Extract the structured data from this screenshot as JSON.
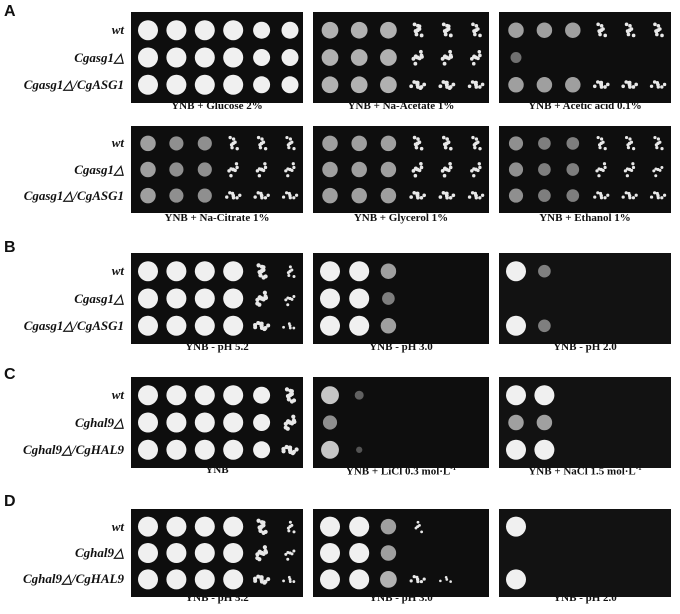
{
  "panels": [
    {
      "letter": "A",
      "strains": [
        "wt",
        "Cgasg1△",
        "Cgasg1△/CgASG1"
      ],
      "conditions": [
        {
          "label": "YNB + Glucose 2%",
          "growth": [
            [
              1,
              1,
              1,
              1,
              1,
              1
            ],
            [
              1,
              1,
              1,
              1,
              1,
              1
            ],
            [
              1,
              1,
              1,
              1,
              1,
              1
            ]
          ]
        },
        {
          "label": "YNB + Na-Acetate 1%",
          "growth": [
            [
              0.7,
              0.7,
              0.7,
              0.7,
              0.7,
              0.6
            ],
            [
              0.7,
              0.7,
              0.7,
              0.7,
              0.7,
              0.6
            ],
            [
              0.7,
              0.7,
              0.7,
              0.7,
              0.7,
              0.6
            ]
          ]
        },
        {
          "label": "YNB + Acetic acid 0.1%",
          "growth": [
            [
              0.6,
              0.6,
              0.6,
              0.6,
              0.6,
              0.6
            ],
            [
              0.3,
              0,
              0,
              0,
              0,
              0
            ],
            [
              0.6,
              0.6,
              0.6,
              0.6,
              0.6,
              0.5
            ]
          ]
        }
      ]
    },
    {
      "letter": "",
      "strains": [
        "wt",
        "Cgasg1△",
        "Cgasg1△/CgASG1"
      ],
      "conditions": [
        {
          "label": "YNB + Na-Citrate 1%",
          "growth": [
            [
              0.6,
              0.5,
              0.5,
              0.5,
              0.5,
              0.4
            ],
            [
              0.6,
              0.5,
              0.5,
              0.5,
              0.5,
              0.4
            ],
            [
              0.6,
              0.5,
              0.5,
              0.5,
              0.5,
              0.4
            ]
          ]
        },
        {
          "label": "YNB + Glycerol 1%",
          "growth": [
            [
              0.6,
              0.6,
              0.6,
              0.6,
              0.6,
              0.5
            ],
            [
              0.6,
              0.6,
              0.6,
              0.6,
              0.6,
              0.5
            ],
            [
              0.6,
              0.6,
              0.6,
              0.6,
              0.6,
              0.5
            ]
          ]
        },
        {
          "label": "YNB + Ethanol 1%",
          "growth": [
            [
              0.5,
              0.4,
              0.4,
              0.4,
              0.4,
              0.4
            ],
            [
              0.5,
              0.4,
              0.4,
              0.4,
              0.4,
              0.3
            ],
            [
              0.5,
              0.4,
              0.4,
              0.4,
              0.4,
              0.4
            ]
          ]
        }
      ]
    },
    {
      "letter": "B",
      "strains": [
        "wt",
        "Cgasg1△",
        "Cgasg1△/CgASG1"
      ],
      "conditions": [
        {
          "label": "YNB - pH 5.2",
          "growth": [
            [
              1,
              1,
              1,
              1,
              0.9,
              0.3
            ],
            [
              1,
              1,
              1,
              1,
              0.9,
              0.3
            ],
            [
              1,
              1,
              1,
              1,
              0.8,
              0.2
            ]
          ]
        },
        {
          "label": "YNB - pH 3.0",
          "growth": [
            [
              1,
              1,
              0.6,
              0,
              0,
              0
            ],
            [
              1,
              1,
              0.4,
              0,
              0,
              0
            ],
            [
              1,
              1,
              0.6,
              0,
              0,
              0
            ]
          ]
        },
        {
          "label": "YNB - pH 2.0",
          "growth": [
            [
              1,
              0.4,
              0,
              0,
              0,
              0
            ],
            [
              0,
              0,
              0,
              0,
              0,
              0
            ],
            [
              1,
              0.4,
              0,
              0,
              0,
              0
            ]
          ]
        }
      ]
    },
    {
      "letter": "C",
      "strains": [
        "wt",
        "Cghal9△",
        "Cghal9△/CgHAL9"
      ],
      "conditions": [
        {
          "label": "YNB",
          "growth": [
            [
              1,
              1,
              1,
              1,
              1,
              0.9
            ],
            [
              1,
              1,
              1,
              1,
              1,
              0.9
            ],
            [
              1,
              1,
              1,
              1,
              1,
              0.9
            ]
          ]
        },
        {
          "label": "YNB + LiCl 0.3 mol·L",
          "sup": "-1",
          "growth": [
            [
              0.8,
              0.2,
              0,
              0,
              0,
              0
            ],
            [
              0.5,
              0,
              0,
              0,
              0,
              0
            ],
            [
              0.8,
              0.1,
              0,
              0,
              0,
              0
            ]
          ]
        },
        {
          "label": "YNB + NaCl 1.5 mol·L",
          "sup": "-1",
          "growth": [
            [
              1,
              1,
              0,
              0,
              0,
              0
            ],
            [
              0.6,
              0.6,
              0,
              0,
              0,
              0
            ],
            [
              1,
              1,
              0,
              0,
              0,
              0
            ]
          ]
        }
      ]
    },
    {
      "letter": "D",
      "strains": [
        "wt",
        "Cghal9△",
        "Cghal9△/CgHAL9"
      ],
      "conditions": [
        {
          "label": "YNB - pH 5.2",
          "growth": [
            [
              1,
              1,
              1,
              1,
              0.9,
              0.3
            ],
            [
              1,
              1,
              1,
              1,
              0.9,
              0.3
            ],
            [
              1,
              1,
              1,
              1,
              0.8,
              0.2
            ]
          ]
        },
        {
          "label": "YNB - pH 3.0",
          "growth": [
            [
              1,
              1,
              0.6,
              0.2,
              0,
              0
            ],
            [
              1,
              1,
              0.6,
              0,
              0,
              0
            ],
            [
              1,
              1,
              0.7,
              0.4,
              0.1,
              0
            ]
          ]
        },
        {
          "label": "YNB - pH 2.0",
          "growth": [
            [
              1,
              0,
              0,
              0,
              0,
              0
            ],
            [
              0,
              0,
              0,
              0,
              0,
              0
            ],
            [
              1,
              0,
              0,
              0,
              0,
              0
            ]
          ]
        }
      ]
    }
  ]
}
